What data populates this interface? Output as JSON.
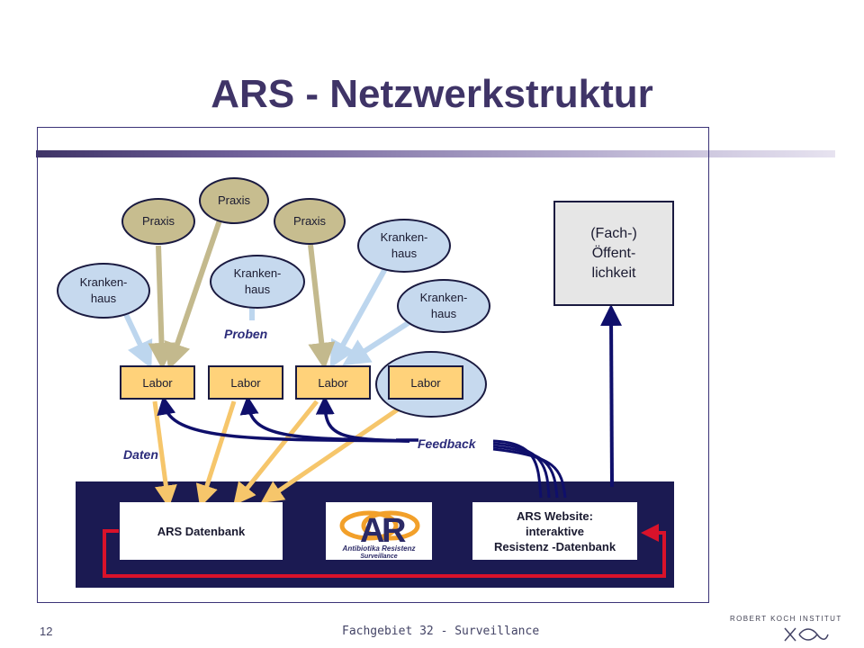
{
  "slide": {
    "title": "ARS - Netzwerkstruktur",
    "page_number": "12",
    "footer": "Fachgebiet 32 - Surveillance",
    "institute": "ROBERT KOCH INSTITUT"
  },
  "diagram": {
    "praxis": [
      "Praxis",
      "Praxis",
      "Praxis"
    ],
    "krankenhaus_line1": "Kranken-",
    "krankenhaus_line2": "haus",
    "labor": [
      "Labor",
      "Labor",
      "Labor",
      "Labor"
    ],
    "public": [
      "(Fach-)",
      "Öffent-",
      "lichkeit"
    ],
    "labels": {
      "proben": "Proben",
      "daten": "Daten",
      "feedback": "Feedback"
    },
    "database": "ARS Datenbank",
    "website": [
      "ARS Website:",
      "interaktive",
      "Resistenz -Datenbank"
    ],
    "logo": {
      "letters": "AR",
      "line1": "Antibiotika Resistenz",
      "line2": "Surveillance"
    }
  },
  "colors": {
    "title": "#3f3467",
    "panel": "#1b1a52",
    "praxis": "#c7bd8f",
    "krankenhaus": "#c6d9ee",
    "labor": "#ffd27a",
    "feedback_arrow": "#0f0f6b",
    "data_arrow": "#f6c66b",
    "sample_praxis_arrow": "#c3b98d",
    "sample_kh_arrow": "#bdd6ee",
    "loop_arrow": "#d9122a"
  }
}
